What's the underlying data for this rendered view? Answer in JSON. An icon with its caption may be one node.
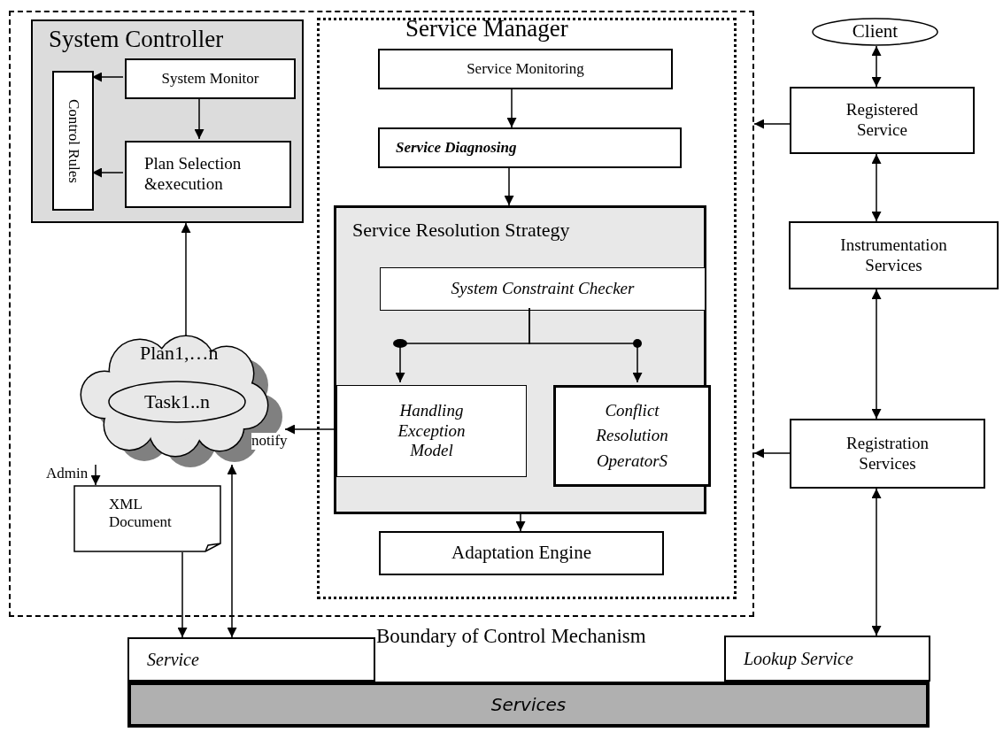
{
  "diagram": {
    "nodes": [
      {
        "text": [
          "Boundary of Control Mechanism"
        ]
      },
      {
        "text": [
          "System Controller"
        ],
        "in": 0
      },
      {
        "text": [
          "Control Rules"
        ],
        "in": 1
      },
      {
        "text": [
          "System Monitor"
        ],
        "in": 1
      },
      {
        "text": [
          "Plan Selection &execution"
        ],
        "in": 1
      },
      {
        "text": [
          "Service Manager"
        ],
        "in": 0
      },
      {
        "text": [
          "Service Monitoring"
        ],
        "in": 5
      },
      {
        "text": [
          "Service Diagnosing"
        ],
        "in": 5
      },
      {
        "text": [
          "Service Resolution Strategy"
        ],
        "in": 5
      },
      {
        "text": [
          "System Constraint Checker"
        ],
        "in": 8
      },
      {
        "text": [
          "Handling Exception Model"
        ],
        "in": 8
      },
      {
        "text": [
          "Conflict Resolution OperatorS"
        ],
        "in": 8
      },
      {
        "text": [
          "Adaptation Engine"
        ],
        "in": 5
      },
      {
        "text": [
          "Plan1,…n"
        ],
        "in": 0
      },
      {
        "text": [
          "Task1..n"
        ],
        "in": 13
      },
      {
        "text": [
          "XML Document"
        ],
        "in": 0
      },
      {
        "text": [
          "Client"
        ]
      },
      {
        "text": [
          "Registered Service"
        ]
      },
      {
        "text": [
          "Instrumentation Services"
        ]
      },
      {
        "text": [
          "Registration Services"
        ]
      },
      {
        "text": [
          "Service"
        ]
      },
      {
        "text": [
          "Lookup Service"
        ]
      },
      {
        "text": [
          "Services"
        ]
      }
    ],
    "edges": [
      {
        "from": 3,
        "to": 2,
        "arrow": "to"
      },
      {
        "from": 4,
        "to": 2,
        "arrow": "to"
      },
      {
        "from": 3,
        "to": 4,
        "arrow": "to"
      },
      {
        "from": 13,
        "to": 1,
        "arrow": "to"
      },
      {
        "from": 6,
        "to": 7,
        "arrow": "to"
      },
      {
        "from": 7,
        "to": 8,
        "arrow": "to"
      },
      {
        "from": 9,
        "to": 10,
        "arrow": "to"
      },
      {
        "from": 9,
        "to": 11,
        "arrow": "to"
      },
      {
        "from": 8,
        "to": 12,
        "arrow": "to"
      },
      {
        "from": 10,
        "to": 13,
        "arrow": "to",
        "label": "notify"
      },
      {
        "from": 13,
        "to": 15,
        "arrow": "to",
        "label": "Admin"
      },
      {
        "from": 15,
        "to": 20,
        "arrow": "to"
      },
      {
        "from": 20,
        "to": 13,
        "arrow": "both"
      },
      {
        "from": 16,
        "to": 17,
        "arrow": "both"
      },
      {
        "from": 17,
        "to": 18,
        "arrow": "both"
      },
      {
        "from": 18,
        "to": 19,
        "arrow": "both"
      },
      {
        "from": 19,
        "to": 21,
        "arrow": "both"
      },
      {
        "from": 17,
        "to": 0,
        "arrow": "to"
      },
      {
        "from": 19,
        "to": 0,
        "arrow": "to"
      }
    ]
  }
}
